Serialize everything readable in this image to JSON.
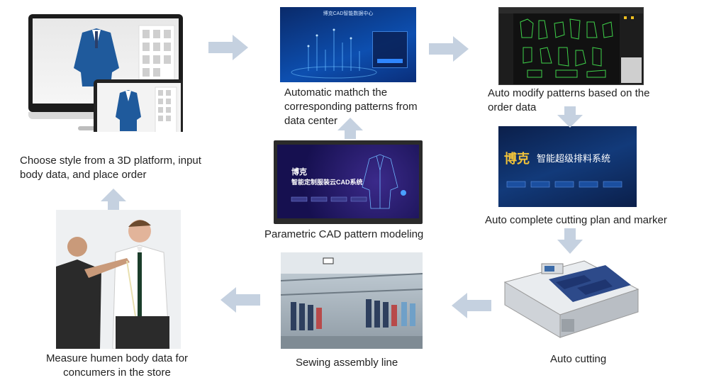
{
  "steps": [
    {
      "caption_line1": "Choose style from a 3D platform, input",
      "caption_line2": "body data, and place order"
    },
    {
      "caption_line1": "Automatic mathch the",
      "caption_line2": "corresponding patterns from",
      "caption_line3": "data center"
    },
    {
      "caption_line1": "Auto modify patterns based on the",
      "caption_line2": "order data"
    },
    {
      "caption_line1": "Parametric CAD pattern modeling"
    },
    {
      "caption_line1": "Auto complete cutting plan and marker"
    },
    {
      "caption_line1": "Auto cutting"
    },
    {
      "caption_line1": "Sewing assembly line"
    },
    {
      "caption_line1": "Measure humen body data for",
      "caption_line2": "concumers in the store"
    }
  ],
  "screens": {
    "data_center_title": "博克CAD智能数据中心",
    "cad_system_title": "博克",
    "cad_system_subtitle": "智能定制服装云CAD系统",
    "nesting_title": "博克",
    "nesting_subtitle": "智能超级排料系统"
  },
  "colors": {
    "arrow": "#c5d1e0",
    "caption": "#222222"
  }
}
